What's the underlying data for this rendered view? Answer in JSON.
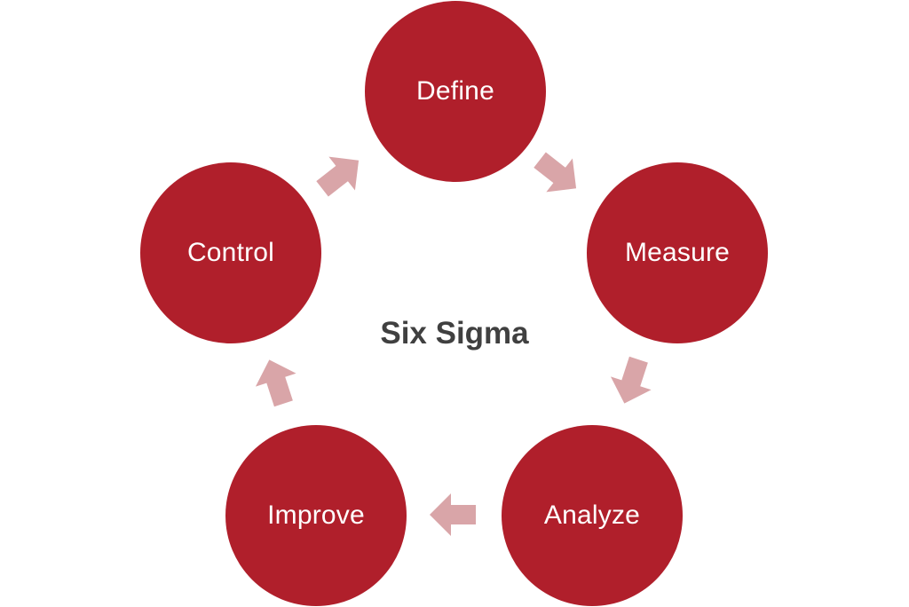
{
  "diagram": {
    "title": "Six Sigma",
    "stages": [
      {
        "label": "Define"
      },
      {
        "label": "Measure"
      },
      {
        "label": "Analyze"
      },
      {
        "label": "Improve"
      },
      {
        "label": "Control"
      }
    ],
    "colors": {
      "node": "#b01f2b",
      "arrow": "#d9a5a8",
      "node_text": "#ffffff",
      "title_text": "#404040"
    }
  }
}
